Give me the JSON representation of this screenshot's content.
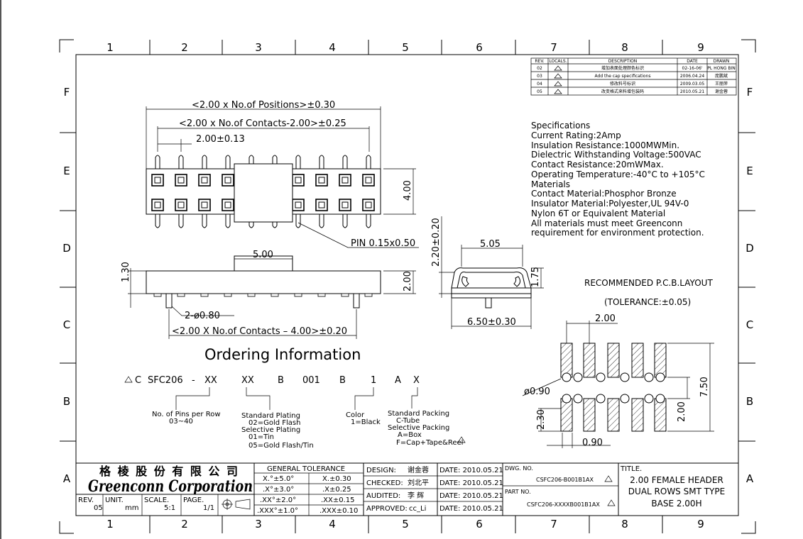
{
  "frame": {
    "columns": [
      "1",
      "2",
      "3",
      "4",
      "5",
      "6",
      "7",
      "8",
      "9"
    ],
    "rows": [
      "F",
      "E",
      "D",
      "C",
      "B",
      "A"
    ]
  },
  "revision_table": {
    "headers": [
      "REV.",
      "LOCALS.",
      "DESCRIPTION",
      "DATE",
      "DRAWN"
    ],
    "rows": [
      {
        "rev": "02",
        "desc": "增加表面处理颜色标识",
        "date": "02-16-06'",
        "drawn": "PL HONG BIN"
      },
      {
        "rev": "03",
        "desc": "Add the cap specifications",
        "date": "2006.04.24",
        "drawn": "庞鹏斌"
      },
      {
        "rev": "04",
        "desc": "修改料号标识",
        "date": "2009.03.05",
        "drawn": "王丽萍"
      },
      {
        "rev": "05",
        "desc": "改变格式来料增包装码",
        "date": "2010.05.21",
        "drawn": "谢金蓉"
      }
    ]
  },
  "specifications": [
    "Specifications",
    "Current Rating:2Amp",
    "Insulation  Resistance:1000MWMin.",
    "Dielectric  Withstanding  Voltage:500VAC",
    "Contact  Resistance:20mWMax.",
    "Operating  Temperature:-40°C  to  +105°C",
    "Materials",
    "Contact  Material:Phosphor  Bronze",
    "Insulator  Material:Polyester,UL  94V-0",
    "Nylon  6T  or  Equivalent  Material",
    "All  materials  must  meet  Greenconn",
    "requirement  for  environment  protection."
  ],
  "dimensions": {
    "positions": "<2.00  x  No.of  Positions>±0.30",
    "contacts": "<2.00  x  No.of  Contacts-2.00>±0.25",
    "pitch": "2.00±0.13",
    "height": "4.00",
    "pin": "PIN  0.15x0.50",
    "cap_width": "5.00",
    "side_h1": "1.30",
    "side_h2": "2.00",
    "peg": "2-ø0.80",
    "contacts2": "<2.00  X  No.of  Contacts  –  4.00>±0.20",
    "end_h": "2.20±0.20",
    "end_top": "5.05",
    "end_right": "1.75",
    "end_bottom": "6.50±0.30"
  },
  "pcb": {
    "title": "RECOMMENDED  P.C.B.LAYOUT",
    "tolerance": "(TOLERANCE:±0.05)",
    "pitch": "2.00",
    "hole": "ø0.90",
    "pad_len": "2.30",
    "row_gap": "2.00",
    "span": "7.50",
    "pad_w": "0.90"
  },
  "ordering": {
    "title": "Ordering  Information",
    "code": [
      "C",
      "SFC206",
      "-",
      "XX",
      "XX",
      "B",
      "001",
      "B",
      "1",
      "A",
      "X"
    ],
    "pins_label": "No. of Pins per Row",
    "pins_range": "03~40",
    "plating": [
      "Standard Plating",
      "02=Gold Flash",
      "Selective Plating",
      "01=Tin",
      "05=Gold Flash/Tin"
    ],
    "color": [
      "Color",
      "1=Black"
    ],
    "packing": [
      "Standard Packing",
      "C-Tube",
      "Selective Packing",
      "A=Box",
      "F=Cap+Tape&Reel"
    ]
  },
  "title_block": {
    "company_cn": "格 棱 股 份 有 限 公 司",
    "company_en": "Greenconn Corporation",
    "rev_label": "REV.",
    "rev": "05",
    "unit_label": "UNIT.",
    "unit": "mm",
    "scale_label": "SCALE.",
    "scale": "5:1",
    "page_label": "PAGE.",
    "page": "1/1",
    "tol_title": "GENERAL  TOLERANCE",
    "tol_rows": [
      [
        "X.°±5.0°",
        "X.±0.30"
      ],
      [
        ".X°±3.0°",
        ".X±0.25"
      ],
      [
        ".XX°±2.0°",
        ".XX±0.15"
      ],
      [
        ".XXX°±1.0°",
        ".XXX±0.10"
      ]
    ],
    "design_label": "DESIGN:",
    "design_name": "谢金蓉",
    "checked_label": "CHECKED:",
    "checked_name": "刘北平",
    "audited_label": "AUDITED:",
    "audited_name": "李 辉",
    "approved_label": "APPROVED:",
    "approved_name": "cc_Li",
    "date": "DATE: 2010.05.21",
    "dwg_label": "DWG. NO.",
    "dwg_no": "CSFC206-B001B1AX",
    "part_label": "PART  NO.",
    "part_no": "CSFC206-XXXXB001B1AX",
    "title_label": "TITLE.",
    "title_lines": [
      "2.00  FEMALE  HEADER",
      "DUAL  ROWS  SMT  TYPE",
      "BASE  2.00H"
    ]
  }
}
